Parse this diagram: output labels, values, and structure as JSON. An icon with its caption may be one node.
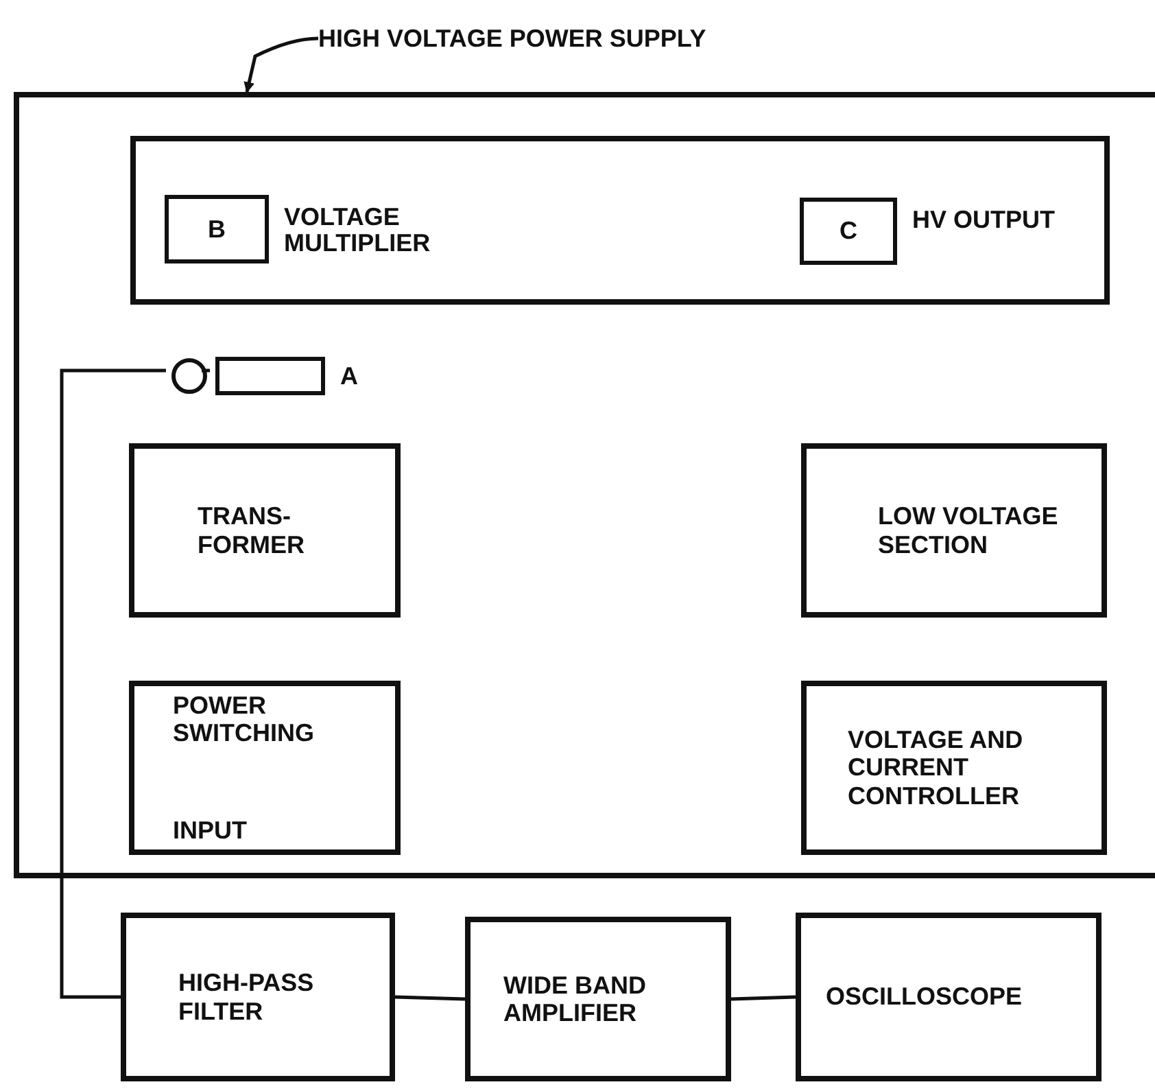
{
  "diagram": {
    "nodes": [
      {
        "text": [],
        "shape": "box"
      },
      {
        "text": [
          "HIGH VOLTAGE POWER SUPPLY"
        ]
      },
      {
        "text": [],
        "shape": "box",
        "in": 0
      },
      {
        "text": [
          "B"
        ],
        "beside": [
          "VOLTAGE MULTIPLIER"
        ],
        "in": 2
      },
      {
        "text": [
          "C"
        ],
        "beside": [
          "HV OUTPUT"
        ],
        "in": 2
      },
      {
        "text": [],
        "shape": "circle",
        "in": 0
      },
      {
        "text": [],
        "shape": "box",
        "beside": [
          "A"
        ],
        "in": 0
      },
      {
        "text": [
          "TRANS- FORMER"
        ],
        "in": 0
      },
      {
        "text": [
          "LOW VOLTAGE SECTION"
        ],
        "in": 0
      },
      {
        "text": [
          "POWER SWITCHING",
          "INPUT"
        ],
        "in": 0
      },
      {
        "text": [
          "VOLTAGE AND CURRENT CONTROLLER"
        ],
        "in": 0
      },
      {
        "text": [
          "HIGH-PASS FILTER"
        ]
      },
      {
        "text": [
          "WIDE BAND AMPLIFIER"
        ]
      },
      {
        "text": [
          "OSCILLOSCOPE"
        ]
      }
    ],
    "edges": [
      {
        "from": 1,
        "to": 0,
        "arrow": "to"
      },
      {
        "from": 5,
        "to": 6,
        "arrow": "none"
      },
      {
        "from": 5,
        "to": 11,
        "arrow": "none"
      },
      {
        "from": 11,
        "to": 12,
        "arrow": "none"
      },
      {
        "from": 12,
        "to": 13,
        "arrow": "none"
      }
    ]
  }
}
